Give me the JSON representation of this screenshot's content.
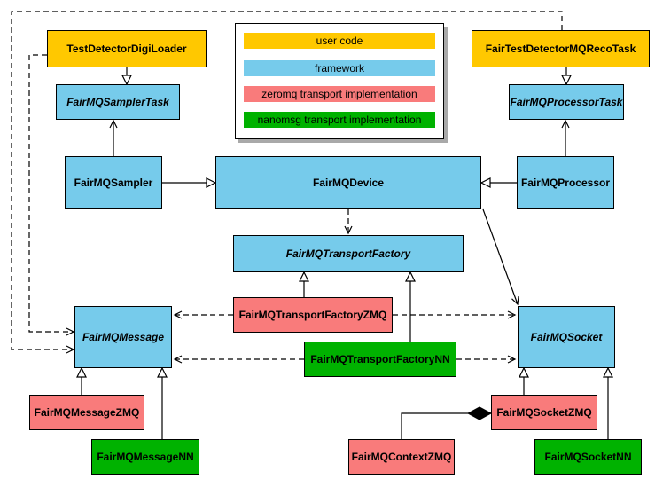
{
  "colors": {
    "user_code": "#FFC800",
    "framework": "#76CBEB",
    "zeromq": "#F97B7B",
    "nanomsg": "#00B200",
    "edge": "#000000",
    "background": "#FFFFFF"
  },
  "legend": {
    "items": [
      {
        "label": "user code",
        "color": "user_code"
      },
      {
        "label": "framework",
        "color": "framework"
      },
      {
        "label": "zeromq transport implementation",
        "color": "zeromq"
      },
      {
        "label": "nanomsg transport implementation",
        "color": "nanomsg"
      }
    ]
  },
  "nodes": {
    "test_detector_digi_loader": {
      "label": "TestDetectorDigiLoader",
      "category": "user_code",
      "abstract": false
    },
    "fair_test_detector_mq_reco_task": {
      "label": "FairTestDetectorMQRecoTask",
      "category": "user_code",
      "abstract": false
    },
    "fair_mq_sampler_task": {
      "label": "FairMQSamplerTask",
      "category": "framework",
      "abstract": true
    },
    "fair_mq_processor_task": {
      "label": "FairMQProcessorTask",
      "category": "framework",
      "abstract": true
    },
    "fair_mq_sampler": {
      "label": "FairMQSampler",
      "category": "framework",
      "abstract": false
    },
    "fair_mq_device": {
      "label": "FairMQDevice",
      "category": "framework",
      "abstract": false
    },
    "fair_mq_processor": {
      "label": "FairMQProcessor",
      "category": "framework",
      "abstract": false
    },
    "fair_mq_transport_factory": {
      "label": "FairMQTransportFactory",
      "category": "framework",
      "abstract": true
    },
    "fair_mq_transport_factory_zmq": {
      "label": "FairMQTransportFactoryZMQ",
      "category": "zeromq",
      "abstract": false
    },
    "fair_mq_transport_factory_nn": {
      "label": "FairMQTransportFactoryNN",
      "category": "nanomsg",
      "abstract": false
    },
    "fair_mq_message": {
      "label": "FairMQMessage",
      "category": "framework",
      "abstract": true
    },
    "fair_mq_socket": {
      "label": "FairMQSocket",
      "category": "framework",
      "abstract": true
    },
    "fair_mq_message_zmq": {
      "label": "FairMQMessageZMQ",
      "category": "zeromq",
      "abstract": false
    },
    "fair_mq_message_nn": {
      "label": "FairMQMessageNN",
      "category": "nanomsg",
      "abstract": false
    },
    "fair_mq_context_zmq": {
      "label": "FairMQContextZMQ",
      "category": "zeromq",
      "abstract": false
    },
    "fair_mq_socket_zmq": {
      "label": "FairMQSocketZMQ",
      "category": "zeromq",
      "abstract": false
    },
    "fair_mq_socket_nn": {
      "label": "FairMQSocketNN",
      "category": "nanomsg",
      "abstract": false
    }
  },
  "relationships": [
    {
      "from": "test_detector_digi_loader",
      "to": "fair_mq_sampler_task",
      "type": "inheritance"
    },
    {
      "from": "fair_test_detector_mq_reco_task",
      "to": "fair_mq_processor_task",
      "type": "inheritance"
    },
    {
      "from": "fair_mq_sampler",
      "to": "fair_mq_device",
      "type": "inheritance"
    },
    {
      "from": "fair_mq_processor",
      "to": "fair_mq_device",
      "type": "inheritance"
    },
    {
      "from": "fair_mq_sampler",
      "to": "fair_mq_sampler_task",
      "type": "association"
    },
    {
      "from": "fair_mq_processor",
      "to": "fair_mq_processor_task",
      "type": "association"
    },
    {
      "from": "fair_mq_device",
      "to": "fair_mq_transport_factory",
      "type": "dependency"
    },
    {
      "from": "fair_mq_device",
      "to": "fair_mq_socket",
      "type": "association"
    },
    {
      "from": "fair_mq_transport_factory_zmq",
      "to": "fair_mq_transport_factory",
      "type": "inheritance"
    },
    {
      "from": "fair_mq_transport_factory_nn",
      "to": "fair_mq_transport_factory",
      "type": "inheritance"
    },
    {
      "from": "fair_mq_transport_factory_zmq",
      "to": "fair_mq_message",
      "type": "dependency"
    },
    {
      "from": "fair_mq_transport_factory_zmq",
      "to": "fair_mq_socket",
      "type": "dependency"
    },
    {
      "from": "fair_mq_transport_factory_nn",
      "to": "fair_mq_message",
      "type": "dependency"
    },
    {
      "from": "fair_mq_transport_factory_nn",
      "to": "fair_mq_socket",
      "type": "dependency"
    },
    {
      "from": "test_detector_digi_loader",
      "to": "fair_mq_message",
      "type": "dependency"
    },
    {
      "from": "fair_test_detector_mq_reco_task",
      "to": "fair_mq_message",
      "type": "dependency"
    },
    {
      "from": "fair_mq_message_zmq",
      "to": "fair_mq_message",
      "type": "inheritance"
    },
    {
      "from": "fair_mq_message_nn",
      "to": "fair_mq_message",
      "type": "inheritance"
    },
    {
      "from": "fair_mq_socket_zmq",
      "to": "fair_mq_socket",
      "type": "inheritance"
    },
    {
      "from": "fair_mq_socket_nn",
      "to": "fair_mq_socket",
      "type": "inheritance"
    },
    {
      "from": "fair_mq_socket_zmq",
      "to": "fair_mq_context_zmq",
      "type": "composition"
    }
  ]
}
